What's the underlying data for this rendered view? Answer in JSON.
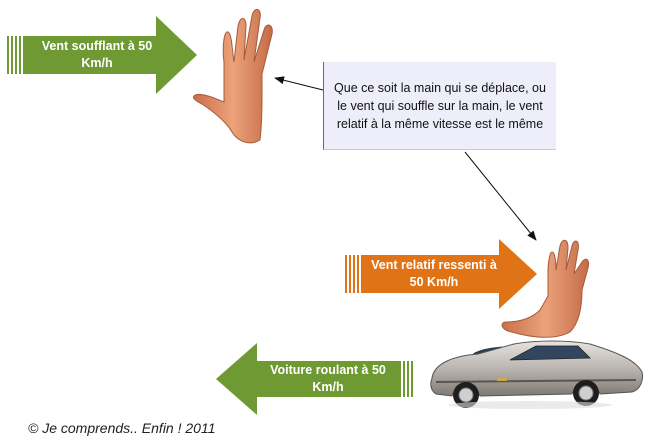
{
  "arrows": {
    "wind_blowing": "Vent soufflant à 50 Km/h",
    "relative_wind": "Vent relatif ressenti à 50 Km/h",
    "car_moving": "Voiture roulant à 50 Km/h"
  },
  "callout": {
    "text": "Que ce soit la main qui se déplace, ou le vent qui souffle sur la main, le vent relatif à la même vitesse est le même"
  },
  "footer": {
    "copyright": "© Je comprends.. Enfin ! 2011"
  },
  "colors": {
    "green_arrow": "#6f9a33",
    "orange_arrow": "#e07316",
    "callout_bg": "#eeeefb",
    "skin": "#e0956a",
    "car_body": "#b9b3ae"
  }
}
